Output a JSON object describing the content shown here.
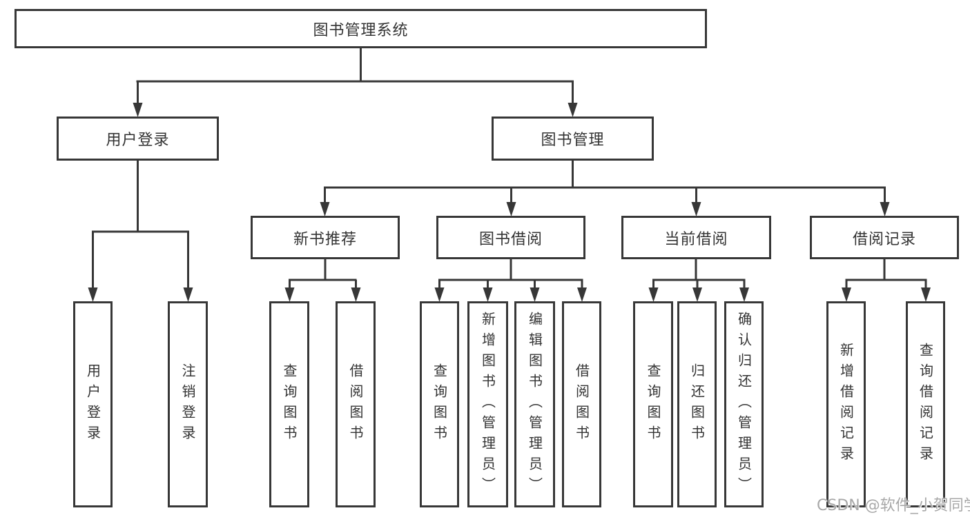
{
  "colors": {
    "line": "#373737",
    "text": "#333333",
    "box_background": "#ffffff",
    "watermark": "#a8a8a8",
    "page_background": "#ffffff"
  },
  "watermark": {
    "text": "CSDN @软件_小贺同学"
  },
  "tree": {
    "root": {
      "label": "图书管理系统"
    },
    "branches": [
      {
        "label": "用户登录",
        "leaves": [
          "用户登录",
          "注销登录"
        ]
      },
      {
        "label": "图书管理",
        "groups": [
          {
            "label": "新书推荐",
            "leaves": [
              "查询图书",
              "借阅图书"
            ]
          },
          {
            "label": "图书借阅",
            "leaves": [
              "查询图书",
              "新增图书（管理员）",
              "编辑图书（管理员）",
              "借阅图书"
            ]
          },
          {
            "label": "当前借阅",
            "leaves": [
              "查询图书",
              "归还图书",
              "确认归还（管理员）"
            ]
          },
          {
            "label": "借阅记录",
            "leaves": [
              "新增借阅记录",
              "查询借阅记录"
            ]
          }
        ]
      }
    ]
  }
}
